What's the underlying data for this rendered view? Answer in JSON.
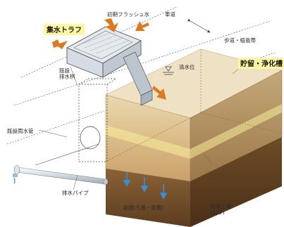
{
  "labels": {
    "collection_trough": "集水トラフ",
    "first_flush": "初期フラッシュ水",
    "roadway": "車道",
    "sidewalk_planting": "歩道・植栽帯",
    "clear_water_level": "清水位",
    "storage_purification": "貯留・浄化槽",
    "existing_catch_basin": "既設\n排水桝",
    "existing_rain_pipe": "既設雨水管",
    "drain_pipe": "排水パイプ",
    "infiltration": "浸透(ろ過・吸着)",
    "fill_soil": "充填土壌\n(山砂)"
  },
  "colors": {
    "label_highlight": "#fff6a0",
    "flow_arrow": "#e0781f",
    "infiltration_arrow": "#3a8fd8",
    "tank_top": "#ead9b6",
    "soil": "#6b4a2a"
  }
}
